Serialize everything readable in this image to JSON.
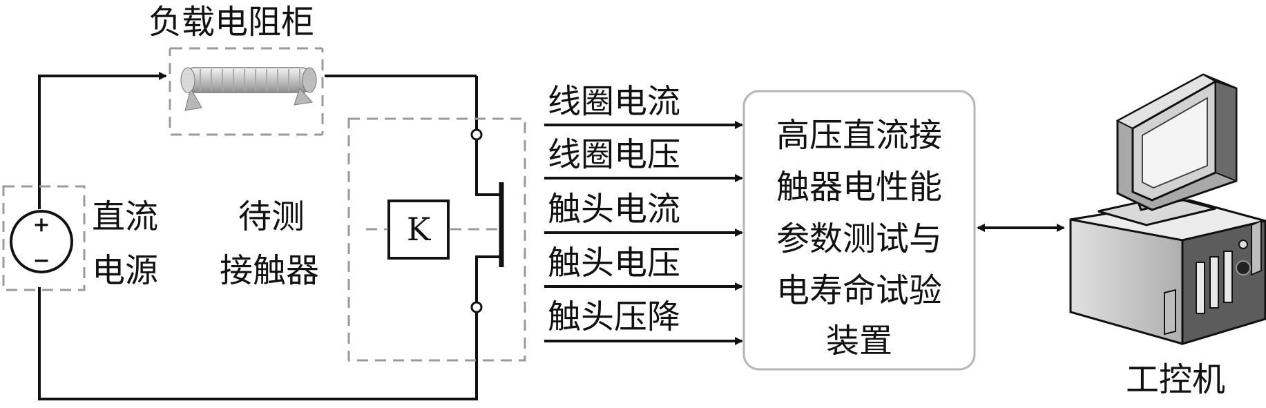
{
  "labels": {
    "resistor_cabinet": "负载电阻柜",
    "dc_source_line1": "直流",
    "dc_source_line2": "电源",
    "contactor_line1": "待测",
    "contactor_line2": "接触器",
    "relay_symbol": "K",
    "plus": "+",
    "minus": "−",
    "ipc": "工控机"
  },
  "signals": [
    "线圈电流",
    "线圈电压",
    "触头电流",
    "触头电压",
    "触头压降"
  ],
  "test_device_lines": [
    "高压直流接",
    "触器电性能",
    "参数测试与",
    "电寿命试验",
    "装置"
  ]
}
